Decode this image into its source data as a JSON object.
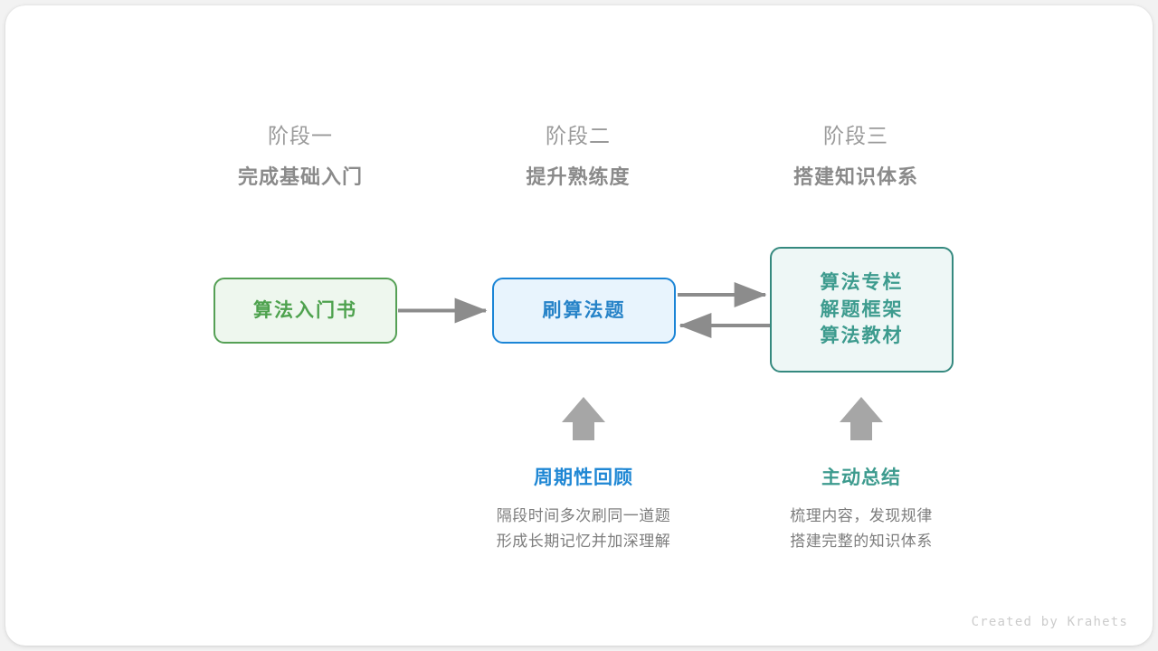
{
  "phases": [
    {
      "kicker": "阶段一",
      "title": "完成基础入门"
    },
    {
      "kicker": "阶段二",
      "title": "提升熟练度"
    },
    {
      "kicker": "阶段三",
      "title": "搭建知识体系"
    }
  ],
  "nodes": {
    "book": {
      "label": "算法入门书",
      "color": "#4ea24e",
      "border": "#55a055",
      "fill": "#eef7ee"
    },
    "practice": {
      "label": "刷算法题",
      "color": "#2683c8",
      "border": "#1b85d6",
      "fill": "#e8f4fd"
    },
    "resources": {
      "lines": [
        "算法专栏",
        "解题框架",
        "算法教材"
      ],
      "color": "#3d9b8e",
      "border": "#35897f",
      "fill": "#eef7f6"
    }
  },
  "annotations": [
    {
      "title": "周期性回顾",
      "color": "#1f87d4",
      "body_lines": [
        "隔段时间多次刷同一道题",
        "形成长期记忆并加深理解"
      ]
    },
    {
      "title": "主动总结",
      "color": "#3d9b8e",
      "body_lines": [
        "梳理内容，发现规律",
        "搭建完整的知识体系"
      ]
    }
  ],
  "arrow_color": "#8c8c8c",
  "watermark": "Created by Krahets"
}
